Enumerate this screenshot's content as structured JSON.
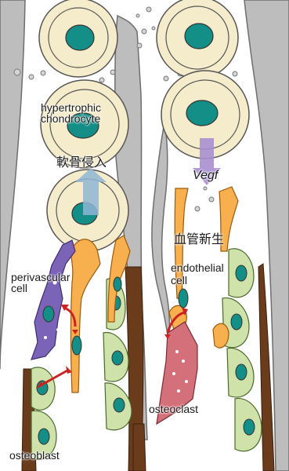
{
  "labels": {
    "hypertrophic": "hypertrophic",
    "chondrocyte": "chondrocyte",
    "cartilage_invasion": "軟骨侵入",
    "vegf": "Vegf",
    "angiogenesis": "血管新生",
    "perivascular": "perivascular",
    "perivascular_cell": "cell",
    "endothelial": "endothelial",
    "endothelial_cell": "cell",
    "osteoclast": "osteoclast",
    "osteoblast": "osteoblast"
  },
  "colors": {
    "cartilage_matrix": "#bdbdbd",
    "chondrocyte_cell": "#f5eccb",
    "nucleus": "#148f87",
    "endothelial_cell": "#f7b04d",
    "osteoblast": "#cfe2a9",
    "perivascular_cell": "#7b63b8",
    "osteoclast": "#d4707a",
    "bone": "#6b3c1c",
    "arrow_red": "#cc2222",
    "arrow_blue": "#8fb6d4",
    "arrow_purple": "#a98fd1"
  }
}
